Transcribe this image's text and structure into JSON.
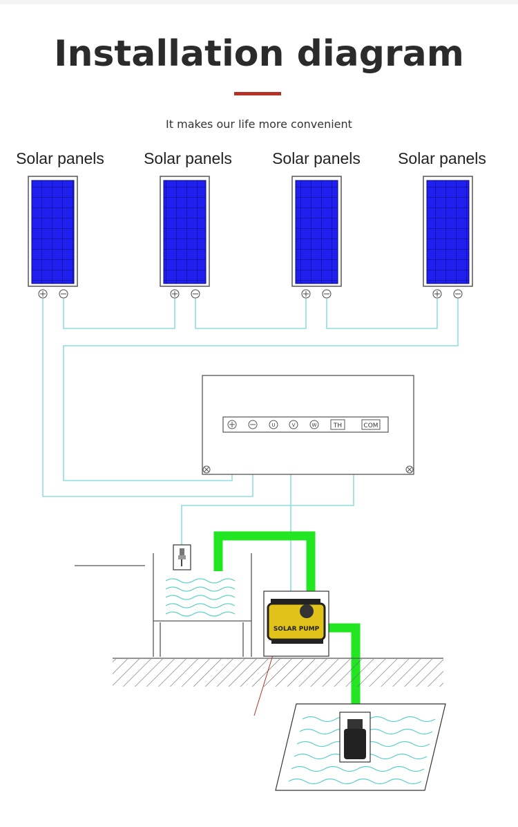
{
  "header": {
    "title": "Installation diagram",
    "subtitle": "It makes our life more convenient"
  },
  "panels": [
    {
      "label": "Solar panels"
    },
    {
      "label": "Solar panels"
    },
    {
      "label": "Solar panels"
    },
    {
      "label": "Solar panels"
    }
  ],
  "controller": {
    "terminals": [
      "⊕",
      "⊖",
      "U",
      "V",
      "W",
      "TH",
      "COM"
    ]
  },
  "pump": {
    "label": "SOLAR PUMP"
  },
  "colors": {
    "accent": "#b33127",
    "wire": "#8fdede",
    "pipe": "#22e622",
    "panel_cell": "#1f1ff0",
    "water": "#5fd0c8"
  }
}
